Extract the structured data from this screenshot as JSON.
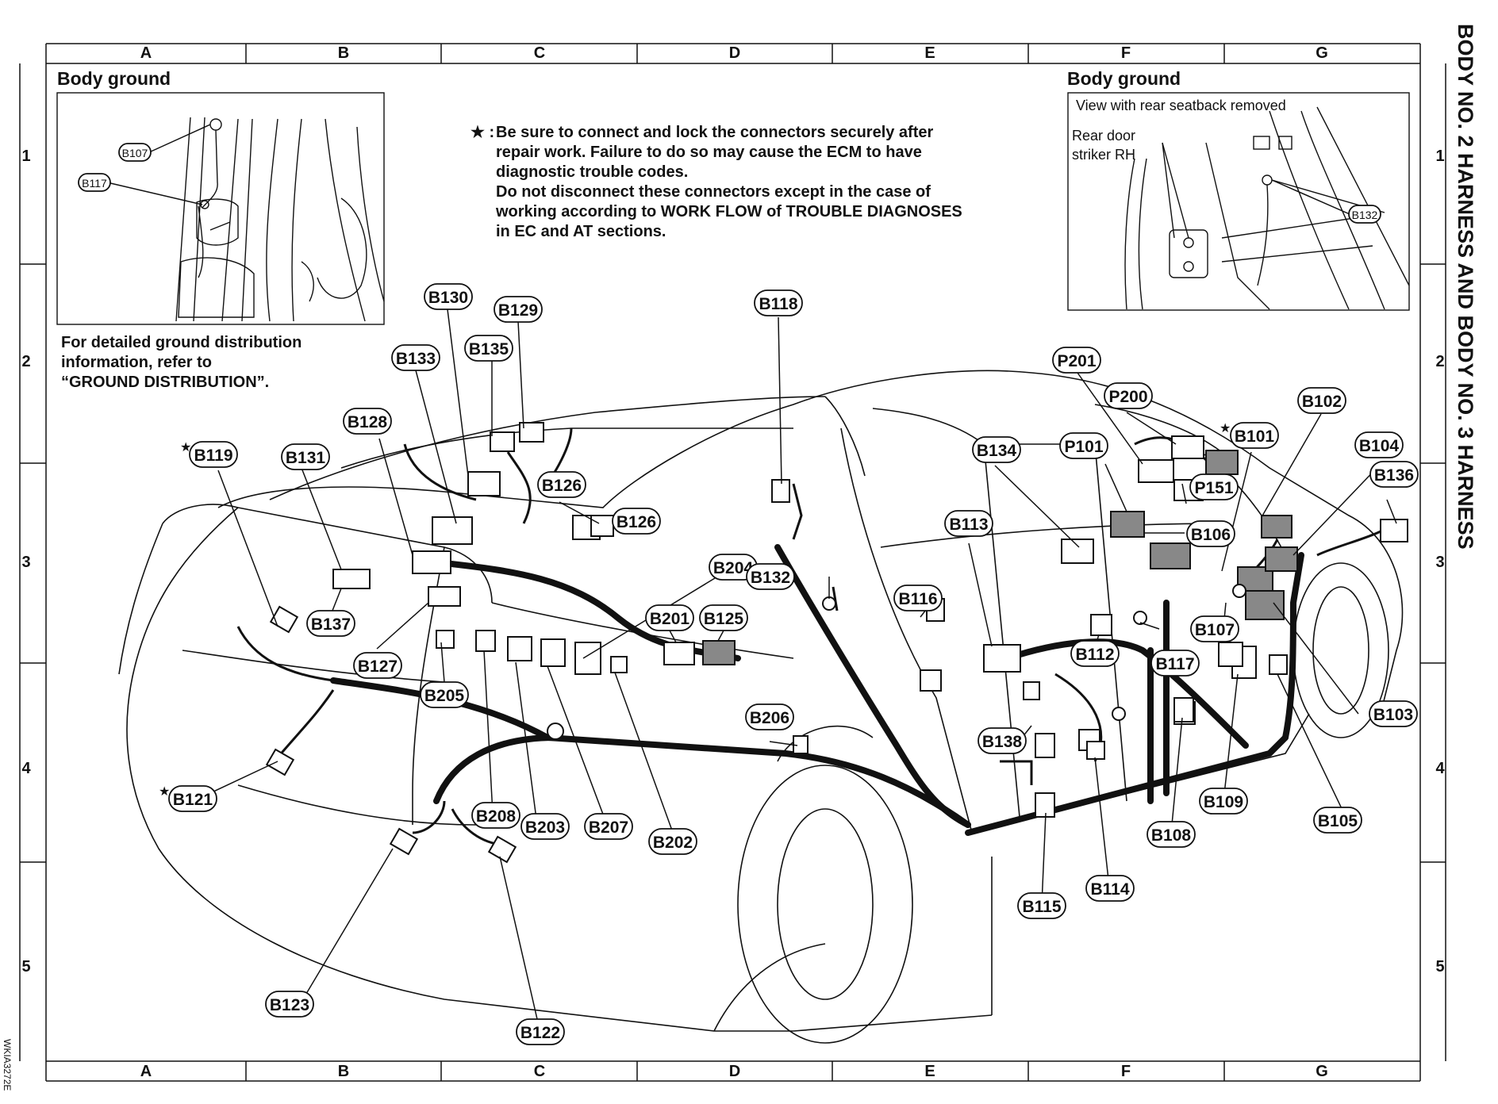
{
  "side_title": "BODY NO. 2 HARNESS AND BODY NO. 3 HARNESS",
  "grid": {
    "columns": [
      "A",
      "B",
      "C",
      "D",
      "E",
      "F",
      "G"
    ],
    "rows": [
      "1",
      "2",
      "3",
      "4",
      "5"
    ]
  },
  "inset_left": {
    "title": "Body ground",
    "callouts": [
      "B107",
      "B117"
    ],
    "note_lines": [
      "For detailed ground distribution",
      "information, refer to",
      "“GROUND DISTRIBUTION”."
    ]
  },
  "inset_right": {
    "title": "Body ground",
    "caption": "View with rear seatback removed",
    "label_lines": [
      "Rear door",
      "striker RH"
    ],
    "callout": "B132"
  },
  "caution": {
    "marker": "★ :",
    "lines": [
      "Be sure to connect and lock the connectors securely after",
      "repair work. Failure to do so may cause the ECM to have",
      "diagnostic trouble codes.",
      "Do not disconnect these connectors except in the case of",
      "working according to WORK FLOW of TROUBLE DIAGNOSES",
      "in EC and AT sections."
    ]
  },
  "connectors": {
    "B130": "B130",
    "B129": "B129",
    "B135": "B135",
    "B133": "B133",
    "B118": "B118",
    "B128": "B128",
    "B119": "B119",
    "B131": "B131",
    "B126a": "B126",
    "B126b": "B126",
    "B137": "B137",
    "B127": "B127",
    "B205": "B205",
    "B204": "B204",
    "B132": "B132",
    "B201": "B201",
    "B125": "B125",
    "B206": "B206",
    "B121": "B121",
    "B208": "B208",
    "B203": "B203",
    "B207": "B207",
    "B202": "B202",
    "B123": "B123",
    "B122": "B122",
    "P201": "P201",
    "P200": "P200",
    "B102": "B102",
    "B134": "B134",
    "P101": "P101",
    "B101": "B101",
    "B104": "B104",
    "B136": "B136",
    "P151": "P151",
    "B113": "B113",
    "B106": "B106",
    "B116": "B116",
    "B107": "B107",
    "B112": "B112",
    "B117": "B117",
    "B103": "B103",
    "B138": "B138",
    "B109": "B109",
    "B105": "B105",
    "B108": "B108",
    "B115": "B115",
    "B114": "B114"
  },
  "star_marked": [
    "B119",
    "B121",
    "B101"
  ],
  "figure_code": "WKIA3272E"
}
